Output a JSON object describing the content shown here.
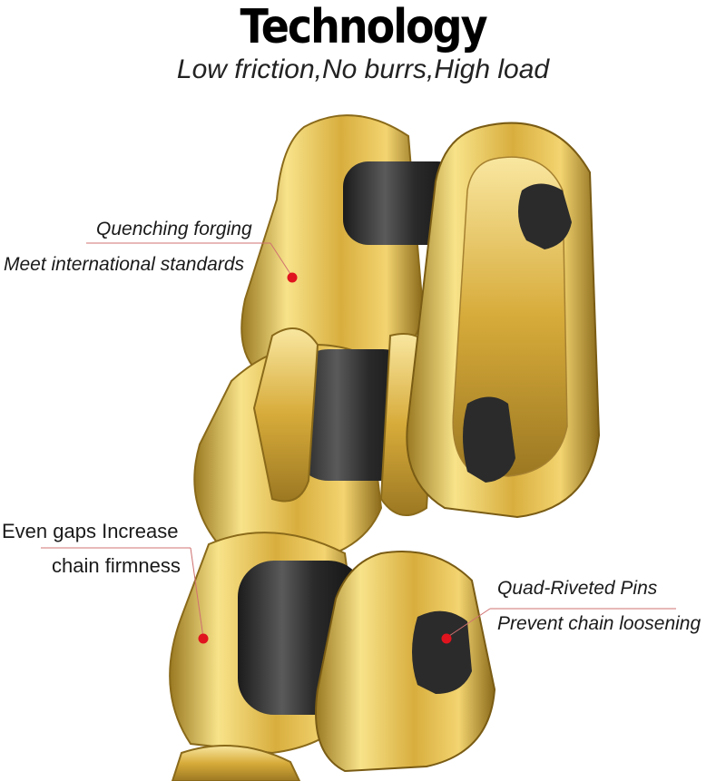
{
  "header": {
    "title": "Technology",
    "subtitle": "Low friction,No burrs,High load"
  },
  "callouts": {
    "forging": {
      "line1": "Quenching forging",
      "line2": "Meet international standards"
    },
    "gaps": {
      "line1": "Even gaps Increase",
      "line2": "chain firmness"
    },
    "pins": {
      "line1": "Quad-Riveted Pins",
      "line2": "Prevent chain loosening"
    }
  },
  "colors": {
    "gold_light": "#f6dc7a",
    "gold_mid": "#d9b040",
    "gold_dark": "#8a6a1a",
    "roller": "#2e2e2e",
    "marker": "#e0141e",
    "leader": "#d07070"
  },
  "icons": {
    "marker": "red-dot"
  }
}
